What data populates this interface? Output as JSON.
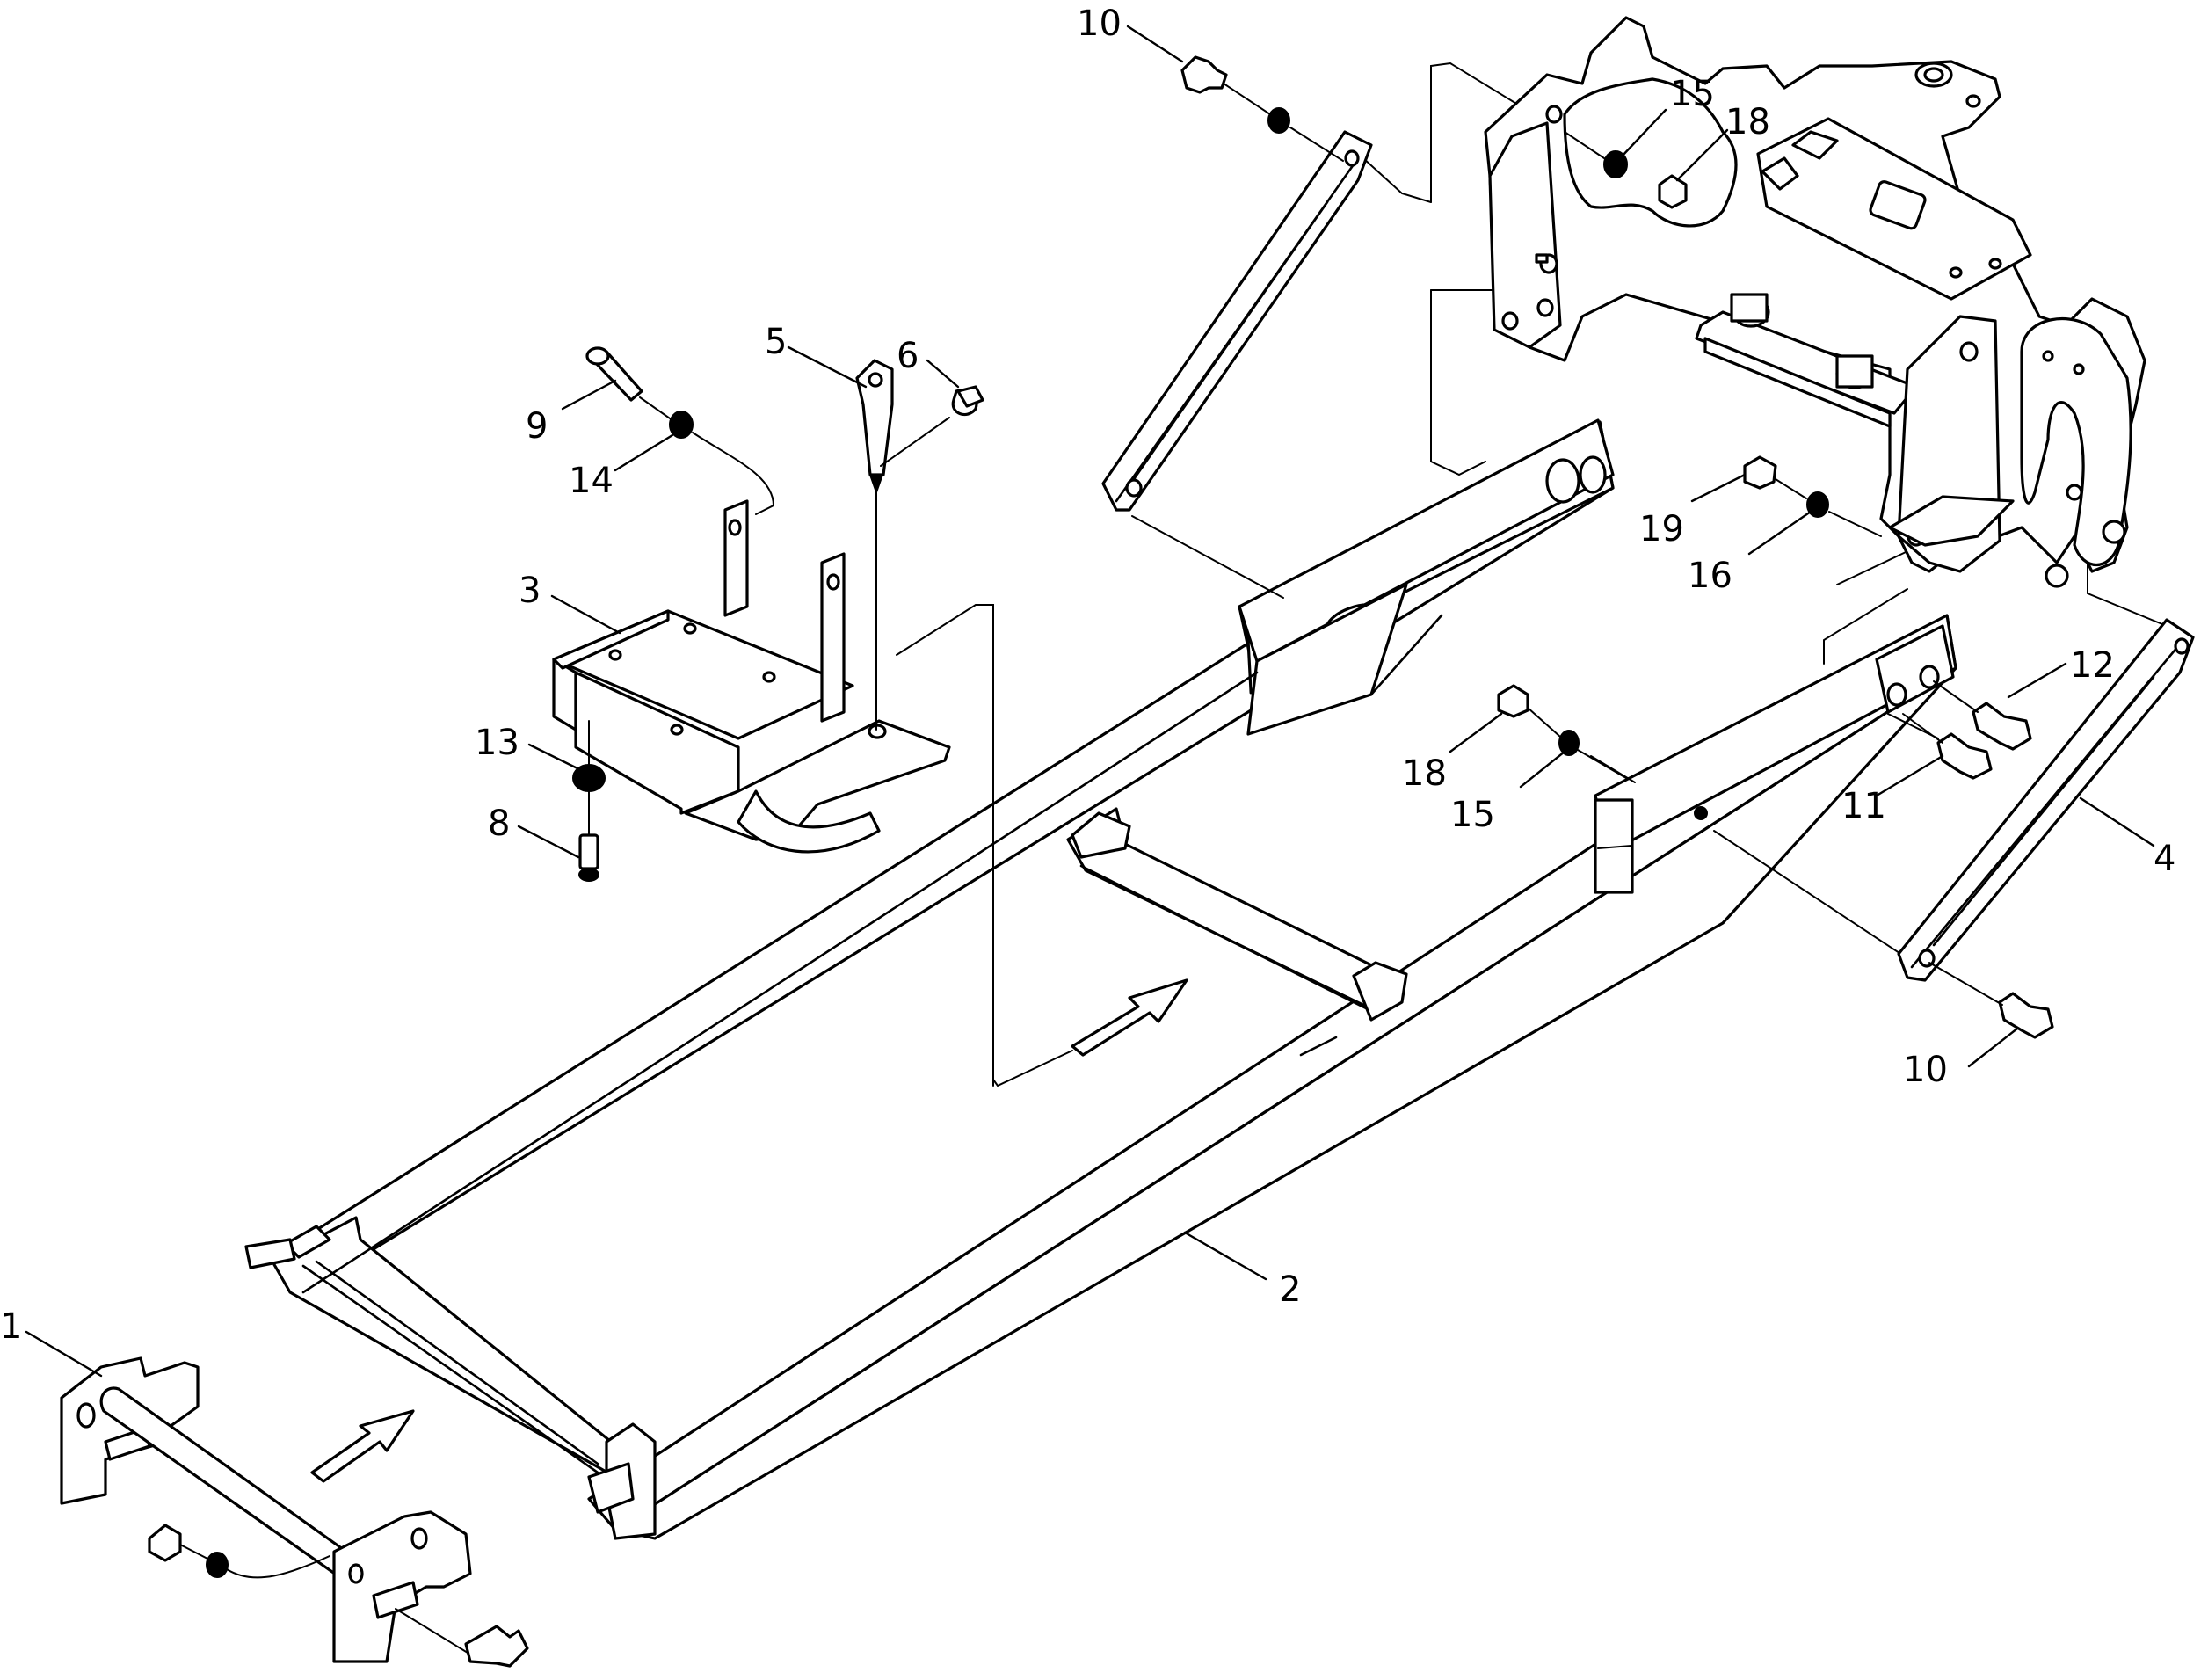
{
  "callouts": {
    "c1": "1",
    "c2": "2",
    "c3": "3",
    "c4": "4",
    "c5": "5",
    "c6": "6",
    "c8": "8",
    "c9": "9",
    "c10a": "10",
    "c10b": "10",
    "c11": "11",
    "c12": "12",
    "c13": "13",
    "c14": "14",
    "c15a": "15",
    "c15b": "15",
    "c16": "16",
    "c18a": "18",
    "c18b": "18",
    "c19": "19"
  },
  "colors": {
    "line": "#000000",
    "background": "#ffffff"
  }
}
